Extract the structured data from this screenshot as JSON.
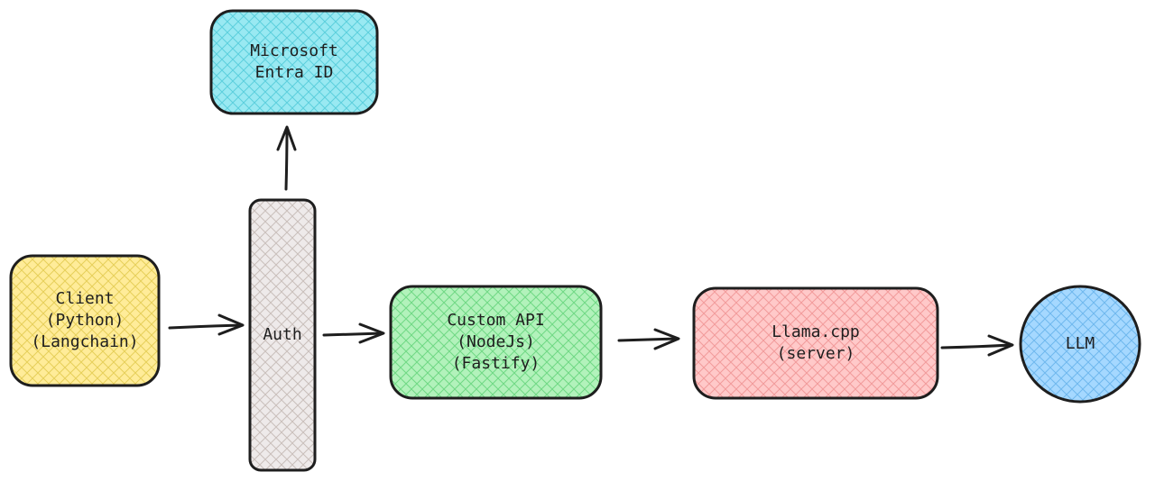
{
  "colors": {
    "stroke": "#1e1e1e",
    "client_fill": "#ffec99",
    "client_hatch": "#e6cf5a",
    "auth_fill": "#eeeaea",
    "auth_hatch": "#c9bfbb",
    "entra_fill": "#99e9f2",
    "entra_hatch": "#5ccfdd",
    "api_fill": "#b2f2bb",
    "api_hatch": "#6fd884",
    "llama_fill": "#ffc9c9",
    "llama_hatch": "#f29b9b",
    "llm_fill": "#a5d8ff",
    "llm_hatch": "#6fb8ee"
  },
  "nodes": {
    "client": {
      "line1": "Client",
      "line2": "(Python)",
      "line3": "(Langchain)"
    },
    "auth": {
      "line1": "Auth"
    },
    "entra": {
      "line1": "Microsoft",
      "line2": "Entra ID"
    },
    "api": {
      "line1": "Custom API",
      "line2": "(NodeJs)",
      "line3": "(Fastify)"
    },
    "llama": {
      "line1": "Llama.cpp",
      "line2": "(server)"
    },
    "llm": {
      "line1": "LLM"
    }
  }
}
